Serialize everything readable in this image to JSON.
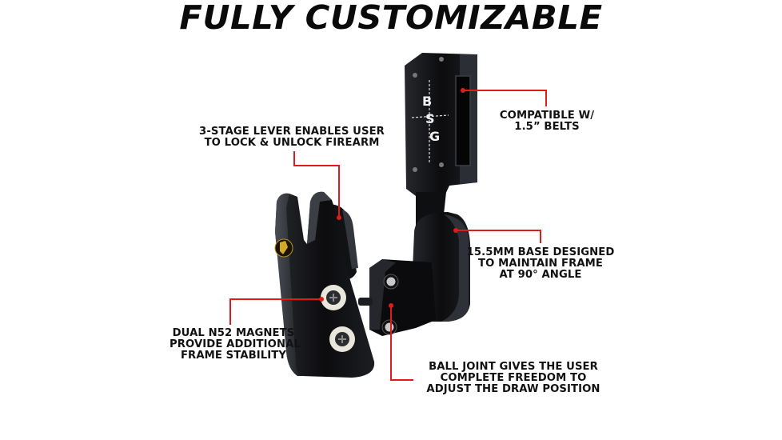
{
  "title": "FULLY CUSTOMIZABLE",
  "product": {
    "logo_letters": [
      "B",
      "S",
      "G"
    ],
    "colors": {
      "body": "#0d0d0f",
      "edge": "#3a3d44",
      "leader": "#e01b1b",
      "washer": "#e9e6dc"
    }
  },
  "callouts": [
    {
      "id": "lever",
      "lines": [
        "3-STAGE LEVER ENABLES USER",
        "TO LOCK & UNLOCK FIREARM"
      ]
    },
    {
      "id": "belts",
      "lines": [
        "COMPATIBLE W/",
        "1.5” BELTS"
      ]
    },
    {
      "id": "base",
      "lines": [
        "15.5MM BASE DESIGNED",
        "TO MAINTAIN FRAME",
        "AT 90° ANGLE"
      ]
    },
    {
      "id": "magnets",
      "lines": [
        "DUAL N52 MAGNETS",
        "PROVIDE ADDITIONAL",
        "FRAME STABILITY"
      ]
    },
    {
      "id": "balljoint",
      "lines": [
        "BALL JOINT GIVES THE USER",
        "COMPLETE FREEDOM TO",
        "ADJUST THE DRAW POSITION"
      ]
    }
  ]
}
